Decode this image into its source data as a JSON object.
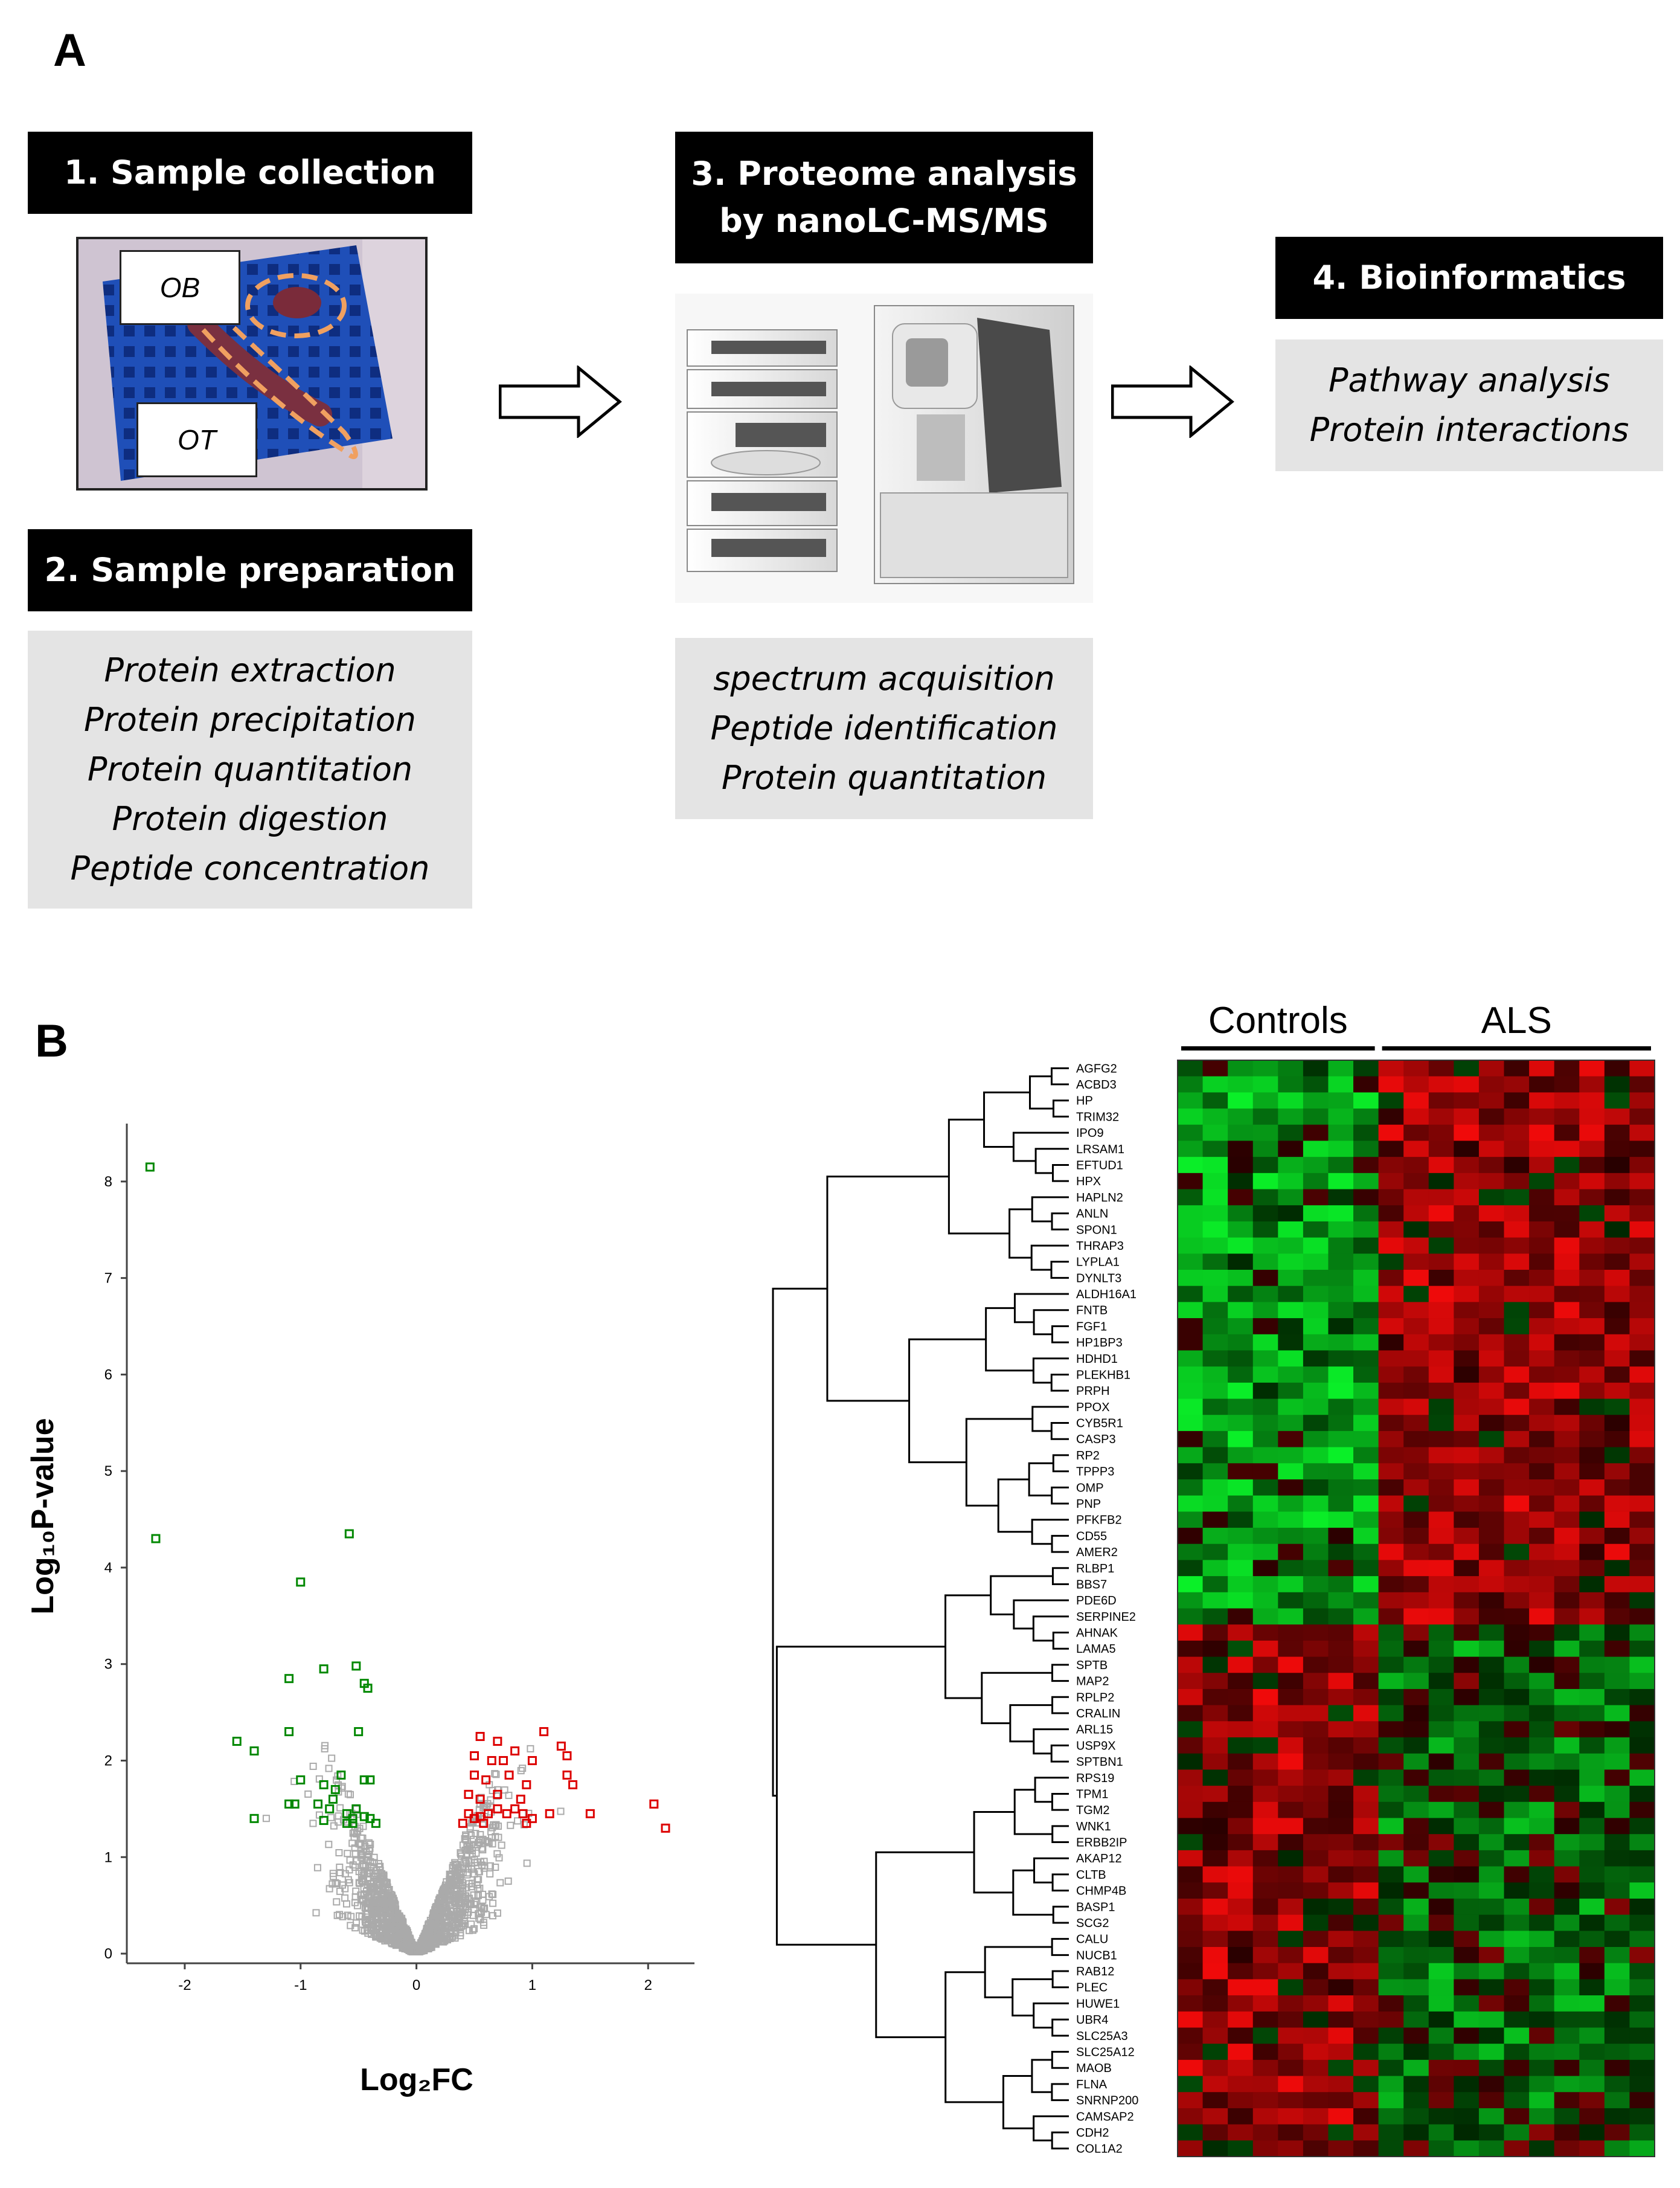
{
  "panel_a": {
    "label": "A",
    "step1_title": "1. Sample collection",
    "step2_title": "2. Sample preparation",
    "step3_title_line1": "3. Proteome analysis",
    "step3_title_line2": "by nanoLC-MS/MS",
    "step4_title": "4. Bioinformatics",
    "photo_tags": {
      "ob": "OB",
      "ot": "OT"
    },
    "prep_steps": [
      "Protein extraction",
      "Protein precipitation",
      "Protein quantitation",
      "Protein digestion",
      "Peptide concentration"
    ],
    "ms_steps": [
      "spectrum acquisition",
      "Peptide identification",
      "Protein quantitation"
    ],
    "bio_steps": [
      "Pathway analysis",
      "Protein interactions"
    ]
  },
  "panel_b": {
    "label": "B"
  },
  "colors": {
    "green": "#008800",
    "red": "#dd0000",
    "gray": "#aaaaaa",
    "box_bg": "#e4e4e4",
    "header_bg": "#000000",
    "grid_blue": "#1f4fb8"
  },
  "chart_data": [
    {
      "type": "scatter",
      "title": "",
      "xlabel": "Log₂FC",
      "ylabel": "Log₁₀P-value",
      "xlim": [
        -2.5,
        2.4
      ],
      "ylim": [
        -0.1,
        8.6
      ],
      "x_ticks": [
        -2,
        -1,
        0,
        1,
        2
      ],
      "y_ticks": [
        0,
        1,
        2,
        3,
        4,
        5,
        6,
        7,
        8
      ],
      "grid": false,
      "series": [
        {
          "name": "",
          "color": "#008800",
          "points": [
            [
              -2.3,
              8.15
            ],
            [
              -2.25,
              4.3
            ],
            [
              -1.0,
              3.85
            ],
            [
              -0.58,
              4.35
            ],
            [
              -1.1,
              2.85
            ],
            [
              -0.8,
              2.95
            ],
            [
              -0.52,
              2.98
            ],
            [
              -0.45,
              2.8
            ],
            [
              -0.42,
              2.75
            ],
            [
              -1.55,
              2.2
            ],
            [
              -1.4,
              2.1
            ],
            [
              -1.1,
              2.3
            ],
            [
              -0.5,
              2.3
            ],
            [
              -1.0,
              1.8
            ],
            [
              -0.8,
              1.75
            ],
            [
              -0.65,
              1.85
            ],
            [
              -0.45,
              1.8
            ],
            [
              -0.4,
              1.8
            ],
            [
              -0.72,
              1.6
            ],
            [
              -0.7,
              1.7
            ],
            [
              -1.1,
              1.55
            ],
            [
              -1.05,
              1.55
            ],
            [
              -0.85,
              1.55
            ],
            [
              -0.75,
              1.5
            ],
            [
              -0.52,
              1.5
            ],
            [
              -0.6,
              1.45
            ],
            [
              -0.55,
              1.4
            ],
            [
              -0.45,
              1.42
            ],
            [
              -0.4,
              1.4
            ],
            [
              -1.4,
              1.4
            ],
            [
              -0.8,
              1.38
            ],
            [
              -0.6,
              1.35
            ],
            [
              -0.55,
              1.35
            ],
            [
              -0.35,
              1.35
            ]
          ]
        },
        {
          "name": "",
          "color": "#dd0000",
          "points": [
            [
              0.55,
              2.25
            ],
            [
              0.7,
              2.2
            ],
            [
              1.1,
              2.3
            ],
            [
              1.25,
              2.15
            ],
            [
              1.3,
              2.05
            ],
            [
              0.5,
              2.05
            ],
            [
              0.65,
              2.0
            ],
            [
              0.75,
              2.0
            ],
            [
              0.85,
              2.1
            ],
            [
              1.0,
              2.0
            ],
            [
              0.5,
              1.85
            ],
            [
              0.6,
              1.8
            ],
            [
              0.8,
              1.85
            ],
            [
              0.95,
              1.75
            ],
            [
              1.3,
              1.85
            ],
            [
              1.35,
              1.75
            ],
            [
              0.45,
              1.65
            ],
            [
              0.55,
              1.6
            ],
            [
              0.7,
              1.65
            ],
            [
              0.9,
              1.6
            ],
            [
              0.45,
              1.45
            ],
            [
              0.5,
              1.4
            ],
            [
              0.55,
              1.42
            ],
            [
              0.62,
              1.45
            ],
            [
              0.7,
              1.5
            ],
            [
              0.78,
              1.45
            ],
            [
              0.85,
              1.5
            ],
            [
              0.92,
              1.45
            ],
            [
              1.0,
              1.4
            ],
            [
              1.15,
              1.45
            ],
            [
              1.5,
              1.45
            ],
            [
              2.05,
              1.55
            ],
            [
              2.15,
              1.3
            ],
            [
              0.4,
              1.35
            ],
            [
              0.58,
              1.35
            ],
            [
              0.95,
              1.35
            ]
          ]
        }
      ]
    },
    {
      "type": "heatmap",
      "groups": [
        {
          "name": "Controls",
          "columns": 8
        },
        {
          "name": "ALS",
          "columns": 11
        }
      ],
      "rows": [
        "AGFG2",
        "ACBD3",
        "HP",
        "TRIM32",
        "IPO9",
        "LRSAM1",
        "EFTUD1",
        "HPX",
        "HAPLN2",
        "ANLN",
        "SPON1",
        "THRAP3",
        "LYPLA1",
        "DYNLT3",
        "ALDH16A1",
        "FNTB",
        "FGF1",
        "HP1BP3",
        "HDHD1",
        "PLEKHB1",
        "PRPH",
        "PPOX",
        "CYB5R1",
        "CASP3",
        "RP2",
        "TPPP3",
        "OMP",
        "PNP",
        "PFKFB2",
        "CD55",
        "AMER2",
        "RLBP1",
        "BBS7",
        "PDE6D",
        "SERPINE2",
        "AHNAK",
        "LAMA5",
        "SPTB",
        "MAP2",
        "RPLP2",
        "CRALIN",
        "ARL15",
        "USP9X",
        "SPTBN1",
        "RPS19",
        "TPM1",
        "TGM2",
        "WNK1",
        "ERBB2IP",
        "AKAP12",
        "CLTB",
        "CHMP4B",
        "BASP1",
        "SCG2",
        "CALU",
        "NUCB1",
        "RAB12",
        "PLEC",
        "HUWE1",
        "UBR4",
        "SLC25A3",
        "SLC25A12",
        "MAOB",
        "FLNA",
        "SNRNP200",
        "CAMSAP2",
        "CDH2",
        "COL1A2"
      ]
    }
  ]
}
